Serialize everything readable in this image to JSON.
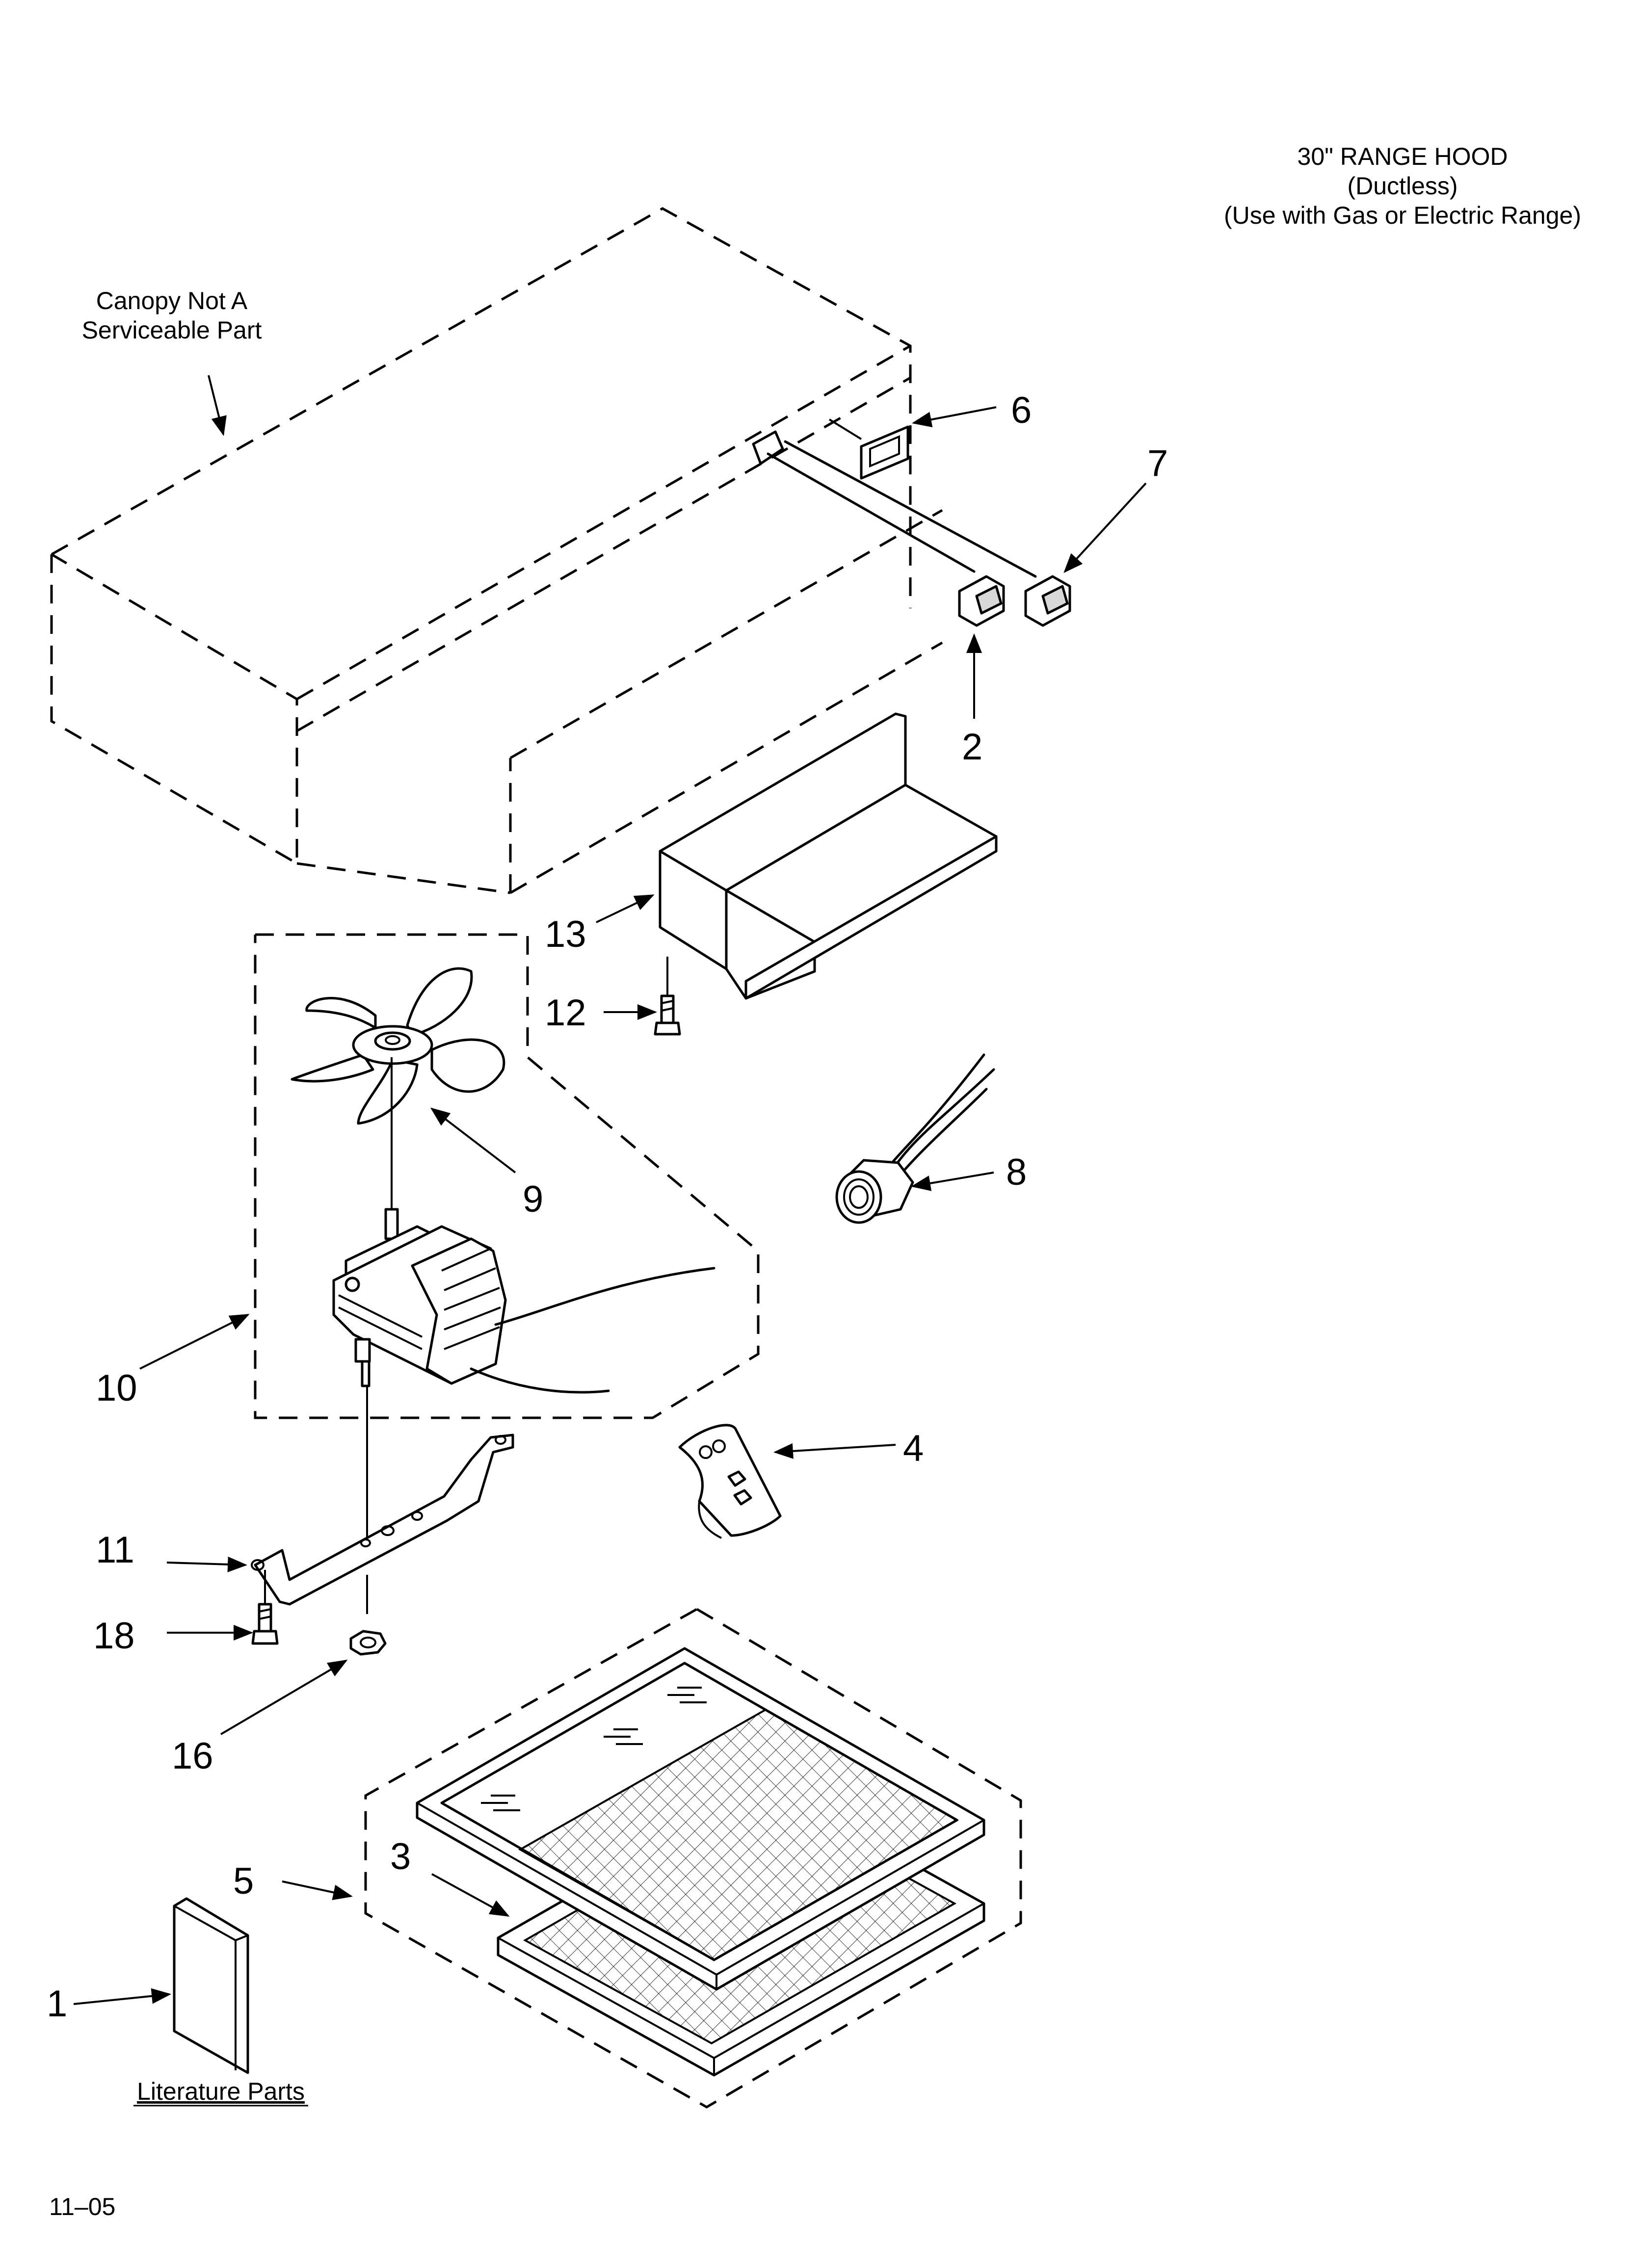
{
  "title": {
    "line1": "30\" RANGE HOOD",
    "line2": "(Ductless)",
    "line3": "(Use with Gas or Electric Range)"
  },
  "canopy_note": {
    "line1": "Canopy Not A",
    "line2": "Serviceable Part"
  },
  "literature_label": "Literature Parts",
  "footer_code": "11–05",
  "callouts": {
    "p1": "1",
    "p2": "2",
    "p3": "3",
    "p4": "4",
    "p5": "5",
    "p6": "6",
    "p7": "7",
    "p8": "8",
    "p9": "9",
    "p10": "10",
    "p11": "11",
    "p12": "12",
    "p13": "13",
    "p16": "16",
    "p18": "18"
  }
}
